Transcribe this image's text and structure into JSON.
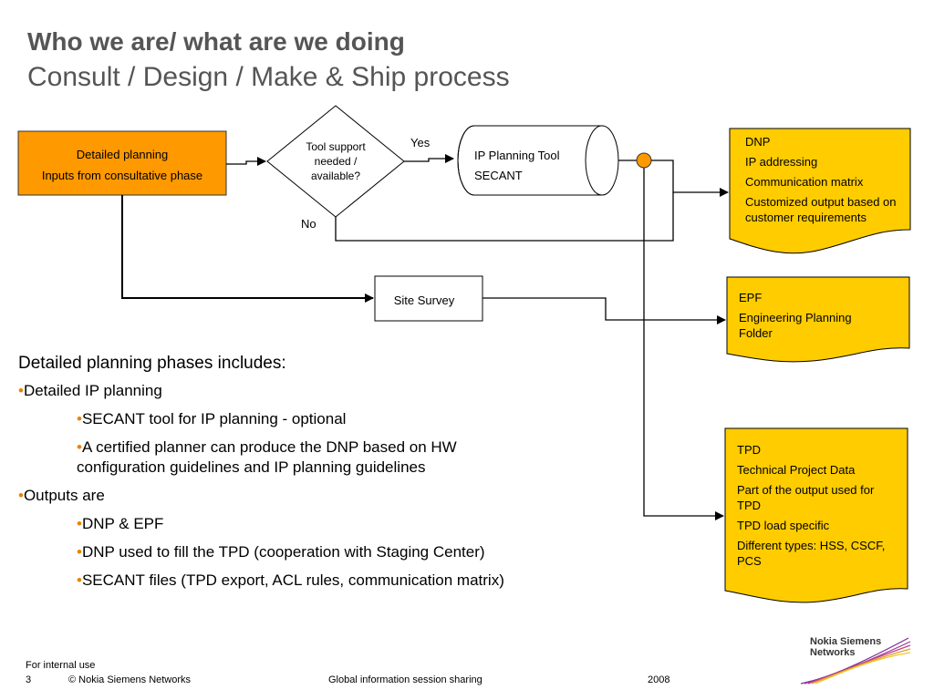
{
  "title": {
    "line1": "Who we are/ what are we doing",
    "line2": "Consult / Design / Make & Ship process"
  },
  "flow": {
    "start_box": {
      "line1": "Detailed planning",
      "line2": "Inputs from consultative phase"
    },
    "decision": {
      "line1": "Tool support",
      "line2": "needed /",
      "line3": "available?"
    },
    "yes_label": "Yes",
    "no_label": "No",
    "tool": {
      "line1": "IP Planning Tool",
      "line2": "SECANT"
    },
    "site_survey": "Site Survey",
    "doc_dnp": [
      "DNP",
      "IP addressing",
      "Communication matrix",
      "Customized output based on customer requirements"
    ],
    "doc_epf": [
      "EPF",
      "Engineering Planning Folder"
    ],
    "doc_tpd": [
      "TPD",
      "Technical Project Data",
      "Part of the output used for TPD",
      "TPD load specific",
      "Different types: HSS, CSCF, PCS"
    ]
  },
  "body": {
    "heading": "Detailed planning phases includes:",
    "bullet_char": "•",
    "items": [
      "Detailed IP planning",
      "SECANT tool for IP planning - optional",
      "A certified planner can produce the DNP based on HW configuration guidelines and IP planning guidelines",
      "Outputs are",
      "DNP & EPF",
      "DNP used to fill the TPD (cooperation with Staging Center)",
      "SECANT files (TPD export, ACL rules, communication matrix)"
    ]
  },
  "footer": {
    "classification": "For internal use",
    "page": "3",
    "copyright": "© Nokia Siemens Networks",
    "event": "Global information session sharing",
    "year": "2008"
  },
  "logo": {
    "line1": "Nokia Siemens",
    "line2": "Networks"
  },
  "colors": {
    "orange_box": "#ff9900",
    "doc_yellow": "#ffcc00",
    "bullet": "#e98300",
    "title": "#555555"
  }
}
